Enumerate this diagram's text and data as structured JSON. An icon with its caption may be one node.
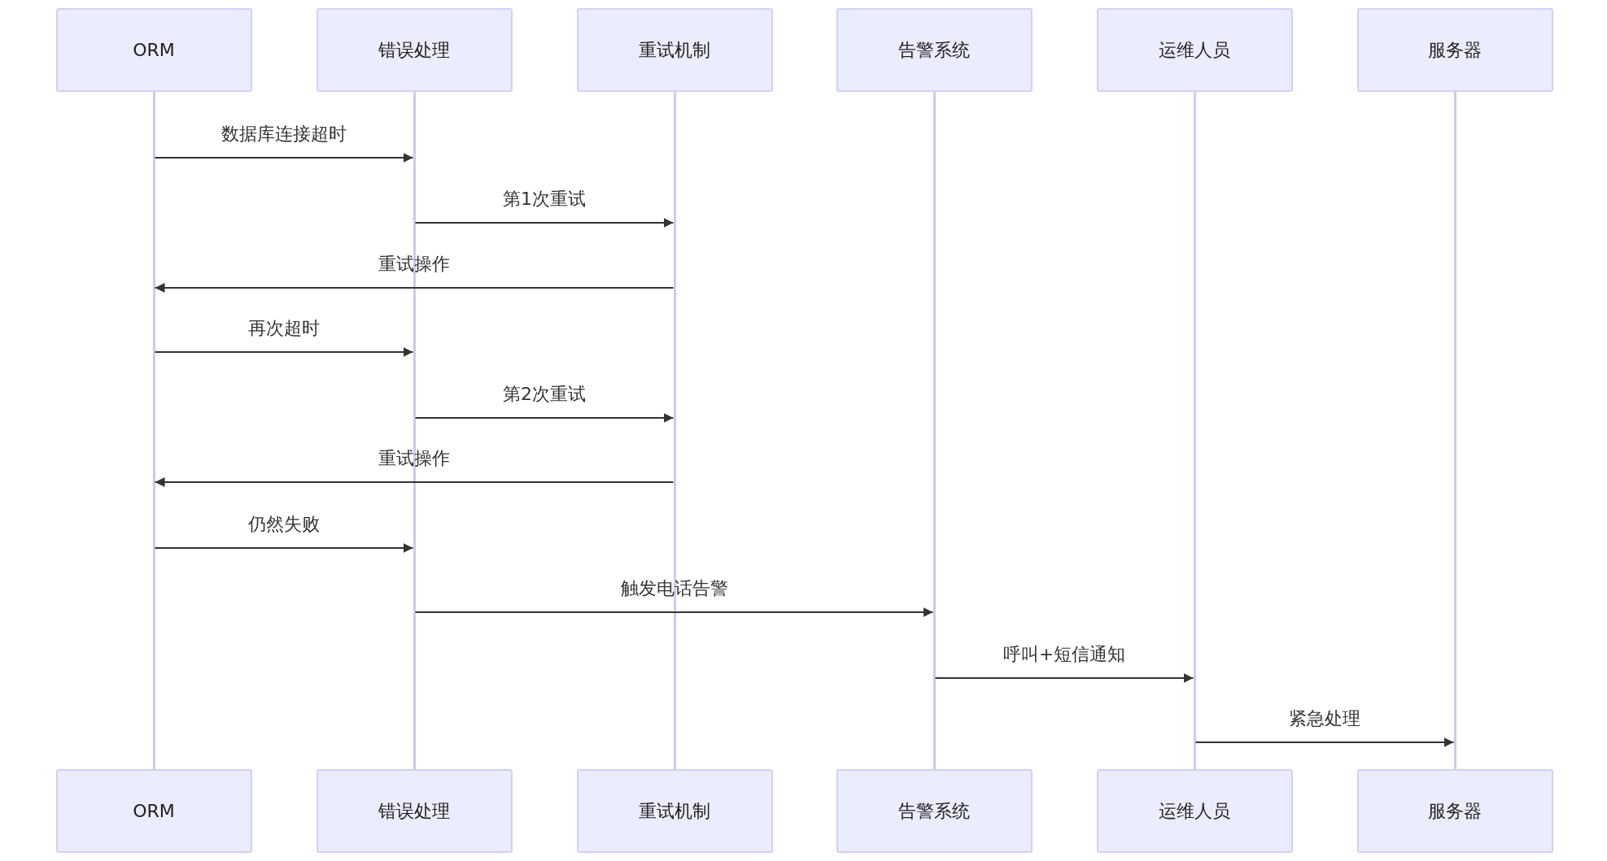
{
  "diagram": {
    "nodes": [
      {
        "text": [
          "ORM"
        ]
      },
      {
        "text": [
          "错误处理"
        ]
      },
      {
        "text": [
          "重试机制"
        ]
      },
      {
        "text": [
          "告警系统"
        ]
      },
      {
        "text": [
          "运维人员"
        ]
      },
      {
        "text": [
          "服务器"
        ]
      },
      {
        "text": [],
        "shape": "bar"
      },
      {
        "text": [],
        "shape": "bar"
      },
      {
        "text": [],
        "shape": "bar"
      },
      {
        "text": [],
        "shape": "bar"
      },
      {
        "text": [],
        "shape": "bar"
      },
      {
        "text": [],
        "shape": "bar"
      },
      {
        "text": [
          "ORM"
        ]
      },
      {
        "text": [
          "错误处理"
        ]
      },
      {
        "text": [
          "重试机制"
        ]
      },
      {
        "text": [
          "告警系统"
        ]
      },
      {
        "text": [
          "运维人员"
        ]
      },
      {
        "text": [
          "服务器"
        ]
      }
    ],
    "edges": [
      {
        "from": 6,
        "to": 7,
        "arrow": "to",
        "label": "数据库连接超时"
      },
      {
        "from": 7,
        "to": 8,
        "arrow": "to",
        "label": "第1次重试"
      },
      {
        "from": 8,
        "to": 6,
        "arrow": "to",
        "label": "重试操作"
      },
      {
        "from": 6,
        "to": 7,
        "arrow": "to",
        "label": "再次超时"
      },
      {
        "from": 7,
        "to": 8,
        "arrow": "to",
        "label": "第2次重试"
      },
      {
        "from": 8,
        "to": 6,
        "arrow": "to",
        "label": "重试操作"
      },
      {
        "from": 6,
        "to": 7,
        "arrow": "to",
        "label": "仍然失败"
      },
      {
        "from": 7,
        "to": 9,
        "arrow": "to",
        "label": "触发电话告警"
      },
      {
        "from": 9,
        "to": 10,
        "arrow": "to",
        "label": "呼叫+短信通知"
      },
      {
        "from": 10,
        "to": 11,
        "arrow": "to",
        "label": "紧急处理"
      }
    ]
  }
}
